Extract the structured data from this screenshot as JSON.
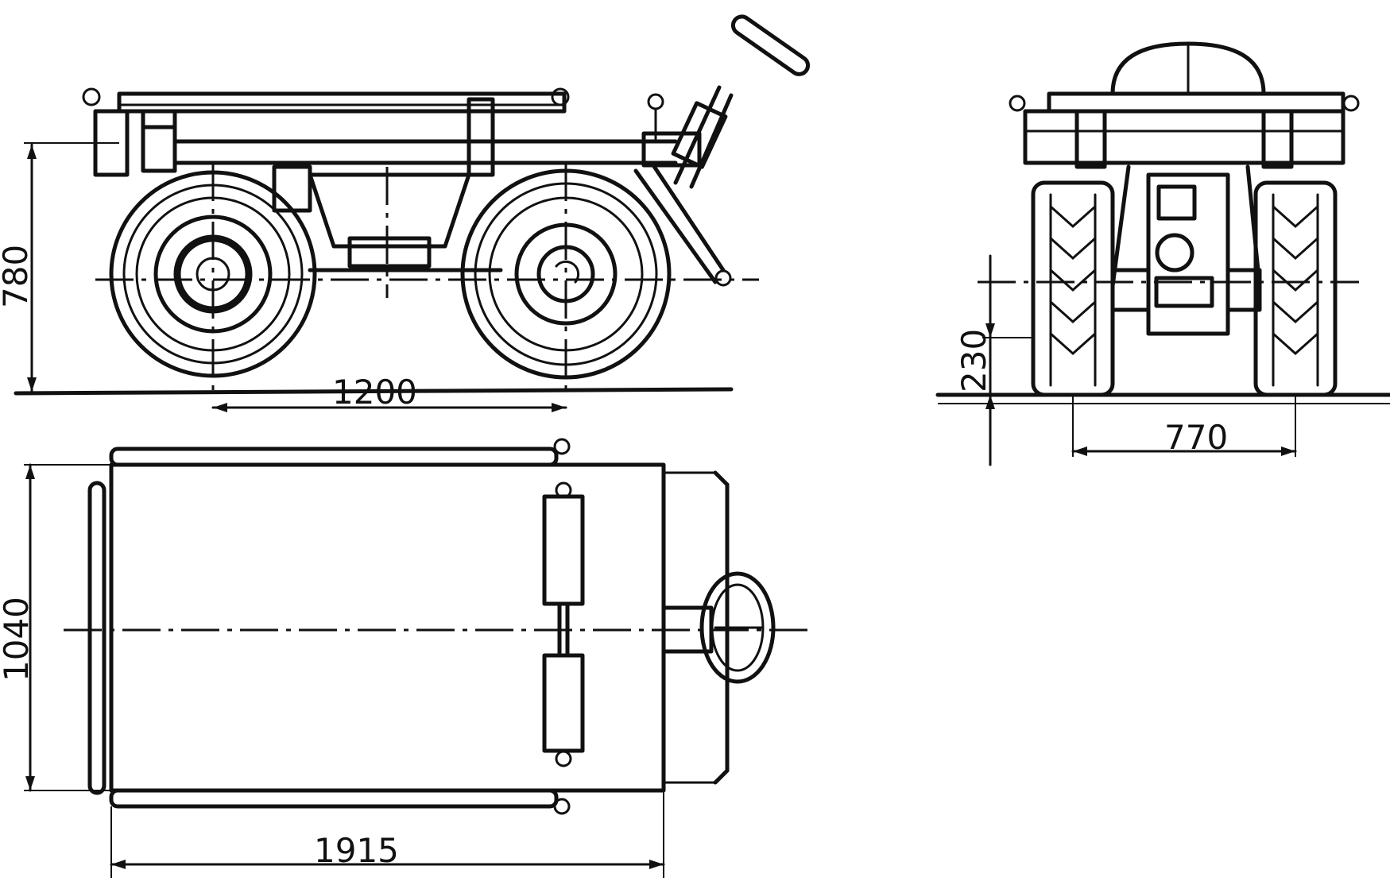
{
  "dimensions": {
    "side_height": "780",
    "wheelbase": "1200",
    "front_ground_clearance": "230",
    "front_track": "770",
    "top_width": "1040",
    "top_length": "1915"
  },
  "colors": {
    "ink": "#111111",
    "paper": "#ffffff"
  }
}
